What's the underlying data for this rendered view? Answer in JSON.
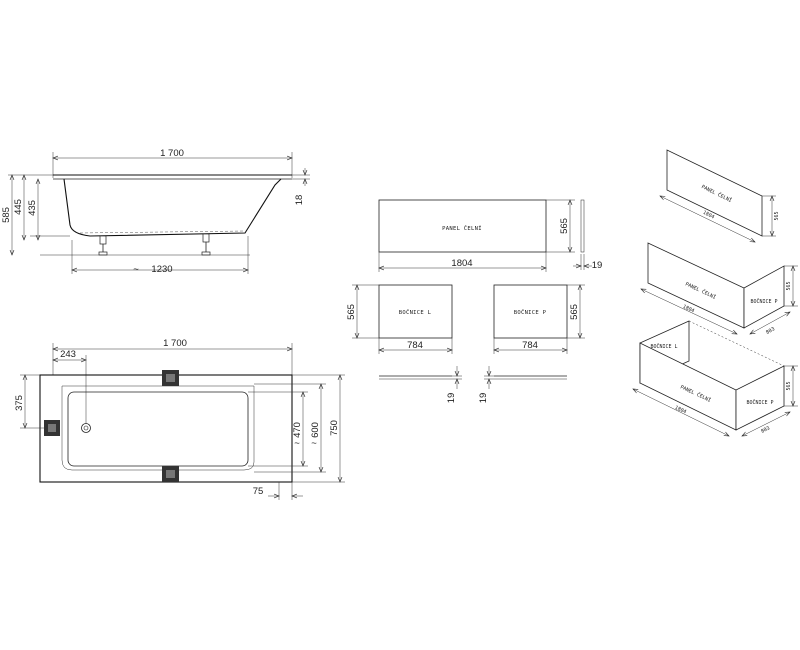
{
  "side_view": {
    "length": "1 700",
    "height_total": "585",
    "height_rim": "445",
    "height_inner": "435",
    "rim_thickness": "18",
    "bottom_length": "1230",
    "approx": "~"
  },
  "top_view": {
    "length": "1 700",
    "drain_offset": "243",
    "drain_side": "375",
    "inner_width": "470",
    "mid_width": "600",
    "width": "750",
    "rim": "75",
    "approx": "~"
  },
  "panels": {
    "front": {
      "label": "PANEL ČELNÍ",
      "length": "1804",
      "height": "565",
      "thickness": "19"
    },
    "side_left": {
      "label": "BOČNICE L",
      "length": "784",
      "height": "565",
      "thickness": "19"
    },
    "side_right": {
      "label": "BOČNICE P",
      "length": "784",
      "height": "565",
      "thickness": "19"
    }
  },
  "isometric": {
    "a": {
      "label": "PANEL ČELNÍ",
      "length": "1804",
      "height": "565"
    },
    "b": {
      "front_label": "PANEL ČELNÍ",
      "side_label": "BOČNICE P",
      "length": "1804",
      "side_length": "803",
      "height": "565"
    },
    "c": {
      "front_label": "PANEL ČELNÍ",
      "left_label": "BOČNICE L",
      "right_label": "BOČNICE P",
      "length": "1804",
      "side_length": "803",
      "height": "565"
    }
  }
}
